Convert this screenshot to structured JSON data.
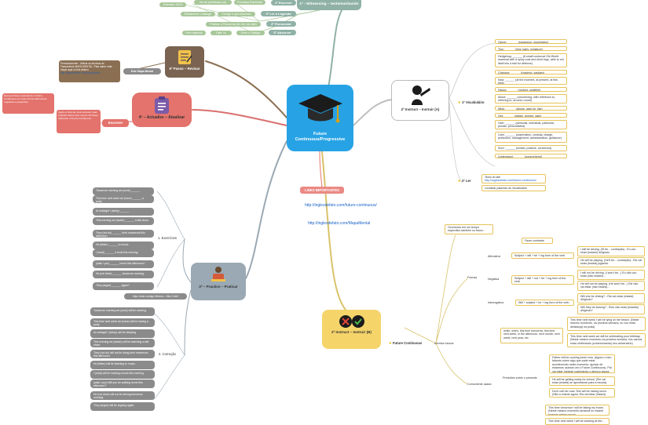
{
  "root": {
    "title": "Future Continuous/Progressive"
  },
  "top_branch": {
    "title": "1º - Witnessing – testemunhando",
    "items": [
      {
        "label": "Ver as premissas (ok)"
      },
      {
        "label": "Premissa Extendida"
      },
      {
        "label": "Entender 100%"
      },
      {
        "label": "2º Escrever"
      },
      {
        "label": "Reescrever o diálogo"
      },
      {
        "label": "Corrigir o que escreveu"
      },
      {
        "label": "3º Ler a Legenda"
      },
      {
        "label": "Praticar a Pronúncia (ler em voz alta)"
      },
      {
        "label": "4º Pronunciar"
      },
      {
        "label": "Sem legenda"
      },
      {
        "label": "Ditar Vc"
      },
      {
        "label": "Ouvir o Diálogo"
      },
      {
        "label": "5º Absorver"
      }
    ]
  },
  "revisar": {
    "title": "5º Passo – Revisar",
    "label": "Este Mapa Mental",
    "note": "Periodicamente : Utilizar as técnicas de Passamento MAPA MENTAL. Para saber mais clique aqui no link abaixo.",
    "note_link": "http://inglesdefato.com/MapaMental"
  },
  "atualizar": {
    "title": "4º – Actualize – Atualizar",
    "label": "Escrever",
    "note1": "Agora é hora de você escrever suas próprias frases pelo menos 15 frases utilizando o Future Continuous.",
    "note2": "Escreva frases explorando o Future Continuous em suas formas afirmativas, negativas e perguntas."
  },
  "links": {
    "title": "LINKS IMPORTANTES",
    "items": [
      "http://inglesdefato.com/future-continuous/",
      "http://inglesdefato.com/MapaMental"
    ]
  },
  "instruir_a": {
    "title": "2º Instruct – Instruir (A)",
    "vocab_label": "1º Vocabulário",
    "vocab": [
      "Owner: ______ (possessor, proprietário)",
      "Tiny: ______ (mini, baby, miniature)",
      "Hedgehog: ______ (A small nocturnal Old World mammal with a spiny coat and short legs, able to roll itself into a ball for defence)",
      "Chipping: ______ (hygienic, sanitary)",
      "Now: ______ (at the moment, at present, at this time)",
      "Happy: ______ (content, gratified)",
      "About: ______ (concerning, with reference to, referring to, around, round)",
      "Wish: ______ (desire, wish for, like)",
      "Get: ______ (obtain, receive, gain)",
      "Own: ______ (personal, individual, particular, private, personalized)",
      "Care: ______ (supervision, custody, charge, protection, management, administration, guidance)",
      "Sure: ______ (certain, positive, convinced)",
      "Understand: ______ (comprehend)"
    ],
    "ler_label": "2º Ler",
    "ler": [
      "Texto do site",
      "Localizar palavras do Vocabulário"
    ],
    "ler_link": "http://inglesdefato.com/future-continuous/"
  },
  "praticar": {
    "title": "3º – Practice – Praticar",
    "cta": "Veja Junto comigo Mesmo - Não Cole!!",
    "exercicios_label": "1. Exercícios",
    "exercicios": [
      "Tomorrow morning we (work) ______",
      "This time next week we (have) ______ a party.",
      "At midnight I (sleep) ______",
      "This evening we (watch) ______ a talk show.",
      "They (not do) ______ their homework this afternoon.",
      "He (listen) ______ to music.",
      "I (read) ______ a book this evening.",
      "(walk / you) ______ home this afternoon?",
      "He (not drive) ______ tomorrow morning.",
      "They (argue) ______ again?"
    ],
    "correcao_label": "2. Correção",
    "correcao": [
      "Tomorrow morning we (work) will be working.",
      "This time next week we (have) will be having a party.",
      "At midnight I (sleep) will be sleeping.",
      "This evening we (watch) will be watching a talk show.",
      "They (not do) will not be doing their homework this afternoon.",
      "He (listen) will be listening to music.",
      "I (read) will be reading a book this evening.",
      "(walk / you) Will you be walking home this afternoon?",
      "He (not drive) will not be driving tomorrow morning.",
      "They (argue) will be arguing again."
    ]
  },
  "instruir_b": {
    "title": "2º Instruct – Instruir (B)",
    "label": "Future Continuous",
    "sub": "eventos futuros",
    "uso": "Ocorrendo em um tempo específico também no futuro",
    "uso_label": "Fazer contraste",
    "formas_label": "Formas",
    "afirmativa_label": "Afirmativa",
    "afirmativa_rule": "Subject + will + be + ing form of the verb",
    "afirmativa_ex": [
      "I will be driving. (I'll be... contração) - Eu vou estar (estarei) dirigindo",
      "He will be playing. (He'll be... contração) - Ele vai estar (estará) jogando."
    ],
    "negativa_label": "Negativa",
    "negativa_rule": "Subject + will + not + be + ing form of the verb",
    "negativa_ex": [
      "I will not be driving. (I won't be...) Eu não vou estar (não estarei)...",
      "He will not be playing. (He won't be...) Ele não vai estar (não estará)..."
    ],
    "interrogativa_label": "Interrogativa",
    "interrogativa_rule": "Will + subject + be + ing form of the verb",
    "interrogativa_ex": [
      "Will she be driving? - Ela vai estar (estará) dirigindo?",
      "Will they be leaving? - Eles vão estar (estarão) dirigindo?"
    ],
    "exemplos_label": "Comumente usado:",
    "while_label": "while, when, this time tomorrow, this time next week, in the afternoon, next month, next week, next year, etc",
    "while_ex": [
      "This time next week I will be lying on the beach. (Neste mesmo momento, na próxima semana, eu vou estar deitado(a) na praia)",
      "This time next week we will be celebrating your birthday. (Neste mesmo momento na próxima semana, nós vamos estar celebrando (comemorando) seu aniversário)"
    ],
    "previsoes_label": "Previsões sobre o presente",
    "previsoes_ex": [
      "Father will be cooking lunch now. (Agora o meu falando sobre algo que pode estar acontecendo neste momento, apesar de estarmos usando um o Future Continuous). Pai vai estar (estará) cozinhando o almoço agora.",
      "He will be getting ready for school. (Ele vai estar (estará) se aprontando para a escola).",
      "Don't call her now. She will be having lunch. (Não a chame agora. Ela vai estar (estará) almoçando."
    ],
    "more_ex": [
      "This time tomorrow I will be taking my exam. (Neste mesmo momento amanhã eu estarei fazendo minha prova)",
      "This time next week I will be working at the..."
    ]
  }
}
